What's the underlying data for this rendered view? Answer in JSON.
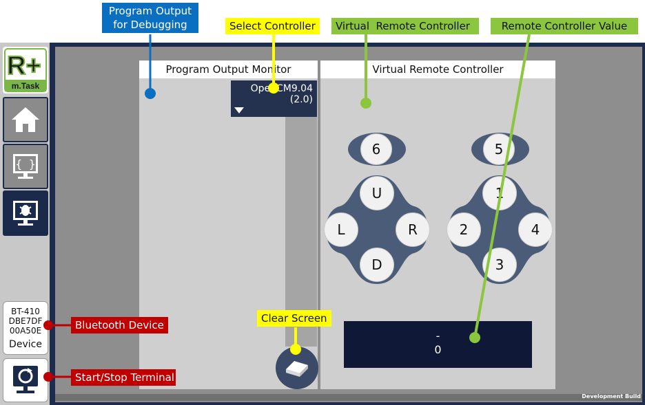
{
  "sidebar": {
    "logo_main": "R+",
    "logo_sub": "m.Task",
    "device": {
      "line1": "BT-410",
      "line2": "DBE7DF",
      "line3": "00A50E",
      "label": "Device"
    }
  },
  "output_panel": {
    "title": "Program Output Monitor"
  },
  "controller_select": {
    "name": "OpenCM9.04",
    "version": "(2.0)"
  },
  "remote_panel": {
    "title": "Virtual Remote Controller",
    "left_pad": {
      "top_button": "6",
      "up": "U",
      "left": "L",
      "right": "R",
      "down": "D"
    },
    "right_pad": {
      "top_button": "5",
      "up": "1",
      "left": "2",
      "right": "4",
      "down": "3"
    },
    "value_display": {
      "line1": "-",
      "line2": "0"
    }
  },
  "footer": {
    "dev_build": "Development Build"
  },
  "annotations": {
    "program_output": "Program Output\nfor Debugging",
    "select_controller": "Select Controller",
    "virtual_remote": "Virtual  Remote Controller",
    "remote_value": "Remote Controller Value",
    "clear_screen": "Clear Screen",
    "bluetooth_device": "Bluetooth Device",
    "start_stop": "Start/Stop Terminal"
  },
  "colors": {
    "annotation_blue": "#0b6fc1",
    "annotation_yellow": "#ffff00",
    "annotation_green": "#8cc63e",
    "annotation_red": "#c00000",
    "dark_navy": "#1d2c4c"
  }
}
